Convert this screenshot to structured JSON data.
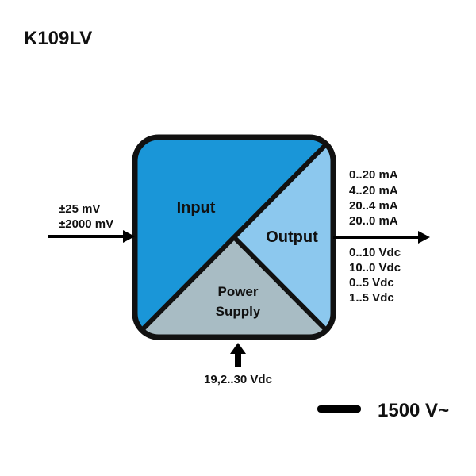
{
  "title": "K109LV",
  "block": {
    "input_label": "Input",
    "output_label": "Output",
    "power_label_line1": "Power",
    "power_label_line2": "Supply"
  },
  "input_ranges": [
    "±25 mV",
    "±2000 mV"
  ],
  "output_current_ranges": [
    "0..20 mA",
    "4..20 mA",
    "20..4 mA",
    "20..0 mA"
  ],
  "output_voltage_ranges": [
    "0..10 Vdc",
    "10..0 Vdc",
    "0..5 Vdc",
    "1..5 Vdc"
  ],
  "supply_range": "19,2..30 Vdc",
  "isolation": "1500 V~",
  "colors": {
    "input": "#1a96d8",
    "output": "#8cc8ee",
    "power": "#a8bcc4",
    "outline": "#111111"
  }
}
